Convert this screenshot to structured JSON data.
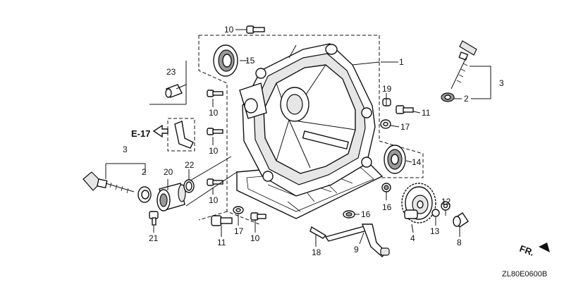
{
  "callouts": {
    "p1": "1",
    "p2a": "2",
    "p2b": "2",
    "p3a": "3",
    "p3b": "3",
    "p4": "4",
    "p8": "8",
    "p9": "9",
    "p10a": "10",
    "p10b": "10",
    "p10c": "10",
    "p10d": "10",
    "p10e": "10",
    "p11a": "11",
    "p11b": "11",
    "p12": "12",
    "p13": "13",
    "p14": "14",
    "p15": "15",
    "p16a": "16",
    "p16b": "16",
    "p17a": "17",
    "p17b": "17",
    "p18": "18",
    "p19": "19",
    "p20": "20",
    "p21": "21",
    "p22": "22",
    "p23": "23"
  },
  "reference": {
    "label": "E-17"
  },
  "direction": {
    "label": "FR."
  },
  "drawing_code": "ZL80E0600B"
}
